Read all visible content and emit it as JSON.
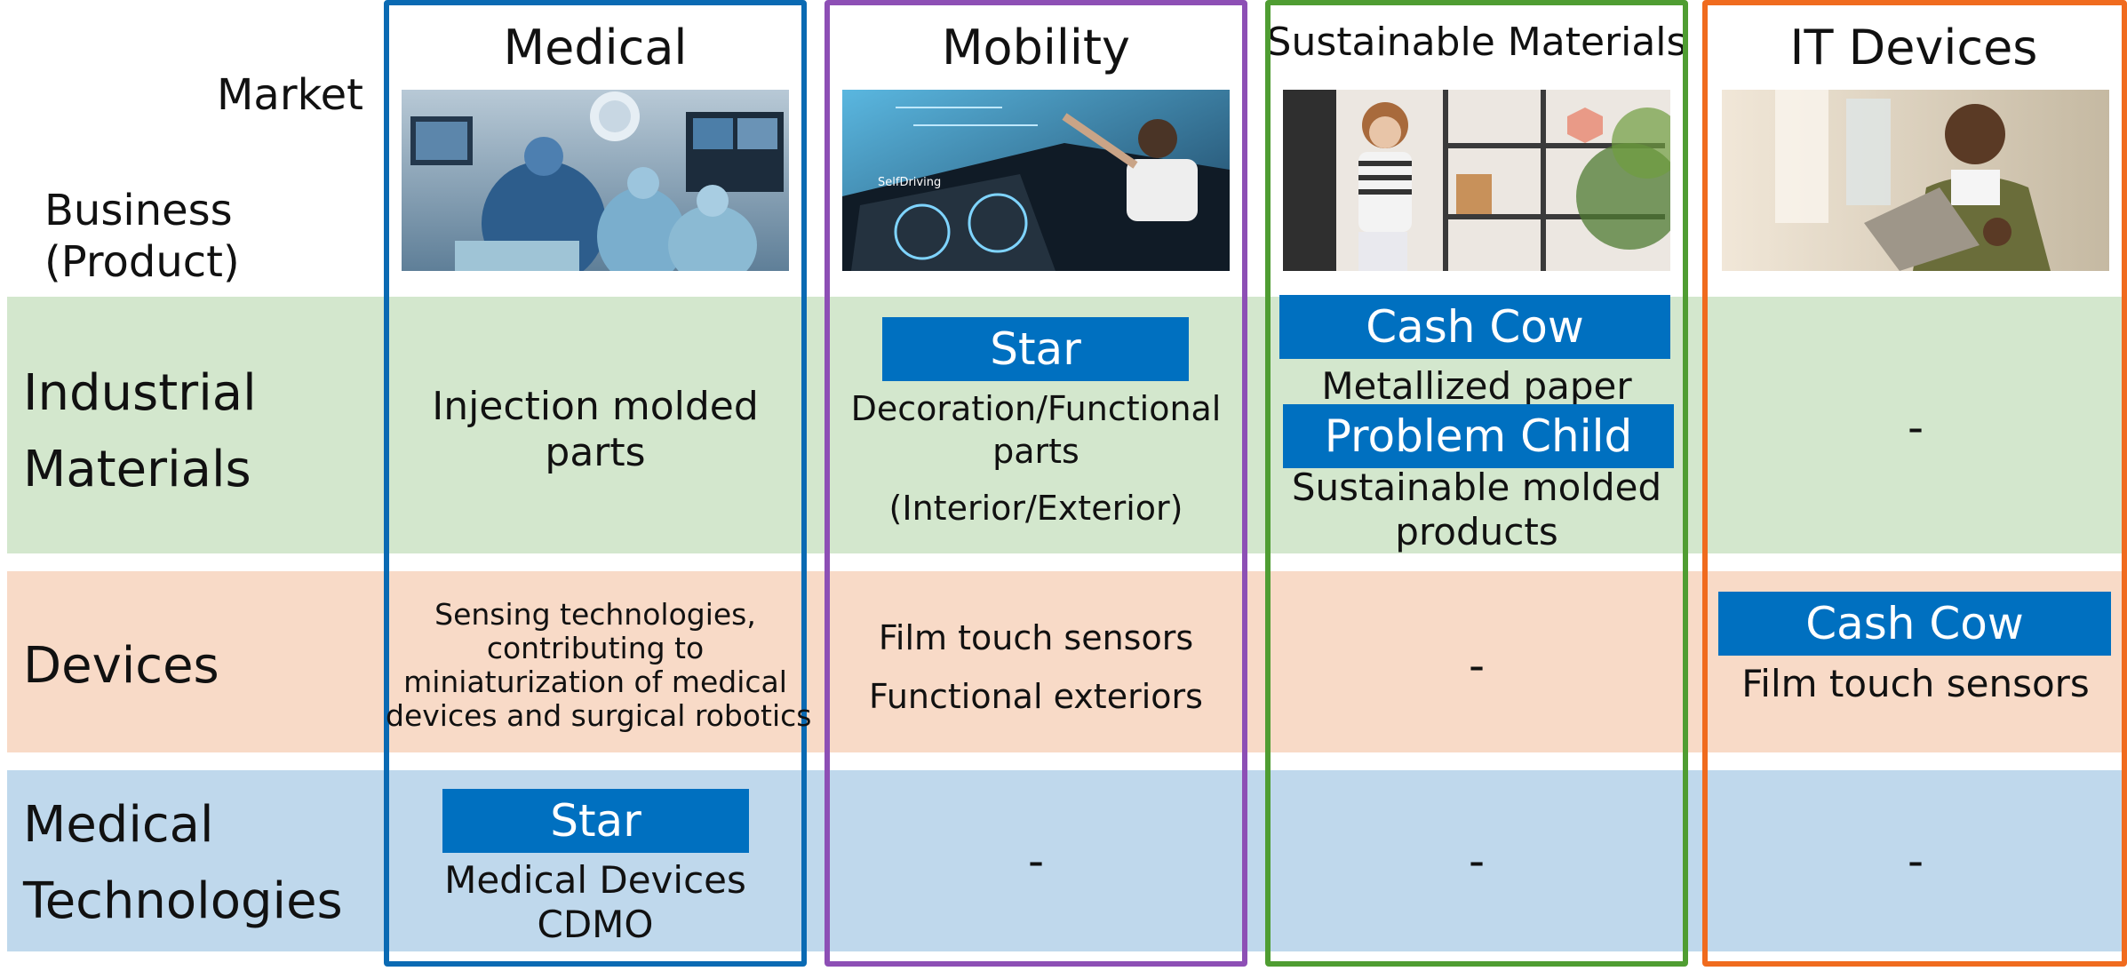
{
  "headers": {
    "corner_market": "Market",
    "corner_business": "Business\n(Product)",
    "columns": [
      "Medical",
      "Mobility",
      "Sustainable Materials",
      "IT Devices"
    ]
  },
  "rows": {
    "industrial": "Industrial\nMaterials",
    "devices": "Devices",
    "medical_tech": "Medical\nTechnologies"
  },
  "badges": {
    "star": "Star",
    "cash_cow": "Cash Cow",
    "problem_child": "Problem Child"
  },
  "cells": {
    "ind_medical": "Injection molded\nparts",
    "ind_mobility_1": "Decoration/Functional\nparts",
    "ind_mobility_2": "(Interior/Exterior)",
    "ind_sustain_1": "Metallized paper",
    "ind_sustain_2": "Sustainable molded\nproducts",
    "ind_it": "-",
    "dev_medical": "Sensing technologies,\ncontributing to\nminiaturization of medical\ndevices and surgical robotics",
    "dev_mobility_1": "Film touch sensors",
    "dev_mobility_2": "Functional exteriors",
    "dev_sustain": "-",
    "dev_it": "Film touch sensors",
    "med_medical": "Medical Devices\nCDMO",
    "med_mobility": "-",
    "med_sustain": "-",
    "med_it": "-"
  },
  "photo_text": {
    "mobility": "SelfDriving"
  },
  "colors": {
    "medical_frame": "#0a6ab3",
    "mobility_frame": "#8d4fb5",
    "sustain_frame": "#4f9d32",
    "it_frame": "#f06b1e",
    "badge": "#0070c0",
    "industrial_band": "#d3e7cd",
    "devices_band": "#f8dac7",
    "medtech_band": "#bfd8ec"
  },
  "images": {
    "medical": "surgeons-operating-room-photo",
    "mobility": "self-driving-car-interior-photo",
    "sustain": "woman-with-shelves-photo",
    "it": "man-with-tablet-photo"
  }
}
